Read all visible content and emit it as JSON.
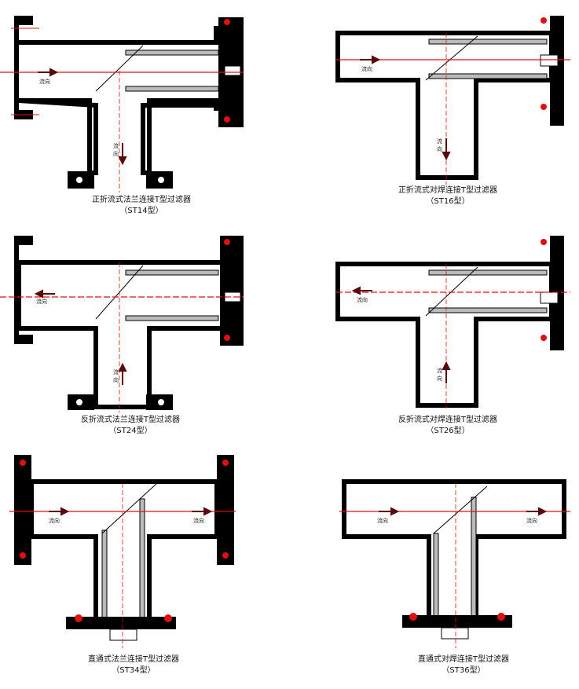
{
  "labels": {
    "flow": "流向",
    "flow_v1": "流",
    "flow_v2": "向"
  },
  "figures": [
    {
      "caption": "正折流式法兰连接T型过滤器",
      "model": "（ST14型）"
    },
    {
      "caption": "正折流式对焊连接T型过滤器",
      "model": "（ST16型）"
    },
    {
      "caption": "反折流式法兰连接T型过滤器",
      "model": "（ST24型）"
    },
    {
      "caption": "反折流式对焊连接T型过滤器",
      "model": "（ST26型）"
    },
    {
      "caption": "直通式法兰连接T型过滤器",
      "model": "（ST34型）"
    },
    {
      "caption": "直通式对焊连接T型过滤器",
      "model": "（ST36型）"
    }
  ],
  "colors": {
    "outline": "#000000",
    "centerline": "#e01010",
    "arrow": "#5a0a0a",
    "screen": "#bbbbbb"
  }
}
